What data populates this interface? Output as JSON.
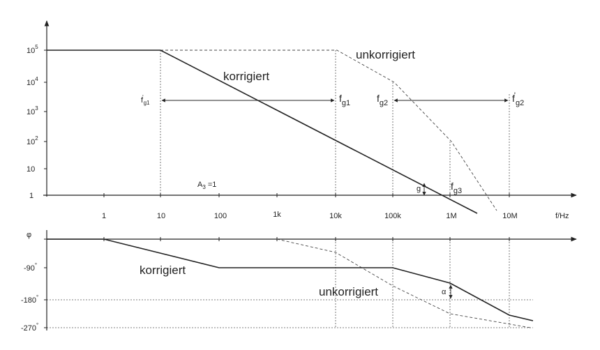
{
  "magnitude": {
    "y_ticks": [
      {
        "base": "10",
        "exp": "5"
      },
      {
        "base": "10",
        "exp": "4"
      },
      {
        "base": "10",
        "exp": "3"
      },
      {
        "base": "10",
        "exp": "2"
      },
      {
        "base": "10",
        "exp": ""
      },
      {
        "base": "1",
        "exp": ""
      }
    ],
    "x_ticks": [
      "1",
      "10",
      "100",
      "1k",
      "10k",
      "100k",
      "1M",
      "10M"
    ],
    "x_axis_label": "f/Hz",
    "curve_corrected_label": "korrigiert",
    "curve_uncorrected_label": "unkorrigiert",
    "fg1_prime": {
      "main": "f",
      "sub": "g1",
      "mark": "'"
    },
    "fg1": {
      "main": "f",
      "sub": "g1"
    },
    "fg2": {
      "main": "f",
      "sub": "g2"
    },
    "fg2_prime": {
      "main": "f",
      "sub": "g2",
      "mark": "'"
    },
    "fg3": {
      "main": "f",
      "sub": "g3"
    },
    "margin_label": "g",
    "a3_label": {
      "main": "A",
      "sub": "3",
      "rest": " =1"
    }
  },
  "phase": {
    "y_axis_label": "φ",
    "y_ticks": [
      {
        "text": "-90",
        "deg": "°"
      },
      {
        "text": "-180",
        "deg": "°"
      },
      {
        "text": "-270",
        "deg": "°"
      }
    ],
    "curve_corrected_label": "korrigiert",
    "curve_uncorrected_label": "unkorrigiert",
    "margin_label": "α"
  }
}
